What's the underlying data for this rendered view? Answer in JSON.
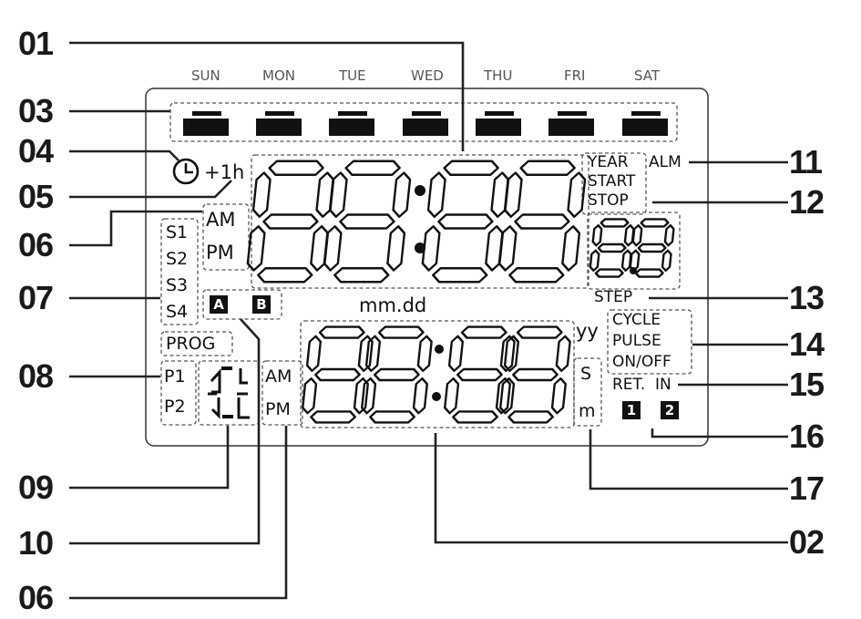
{
  "callouts": {
    "n01": "01",
    "n02": "02",
    "n03": "03",
    "n04": "04",
    "n05": "05",
    "n06_top": "06",
    "n06_bottom": "06",
    "n07": "07",
    "n08": "08",
    "n09": "09",
    "n10": "10",
    "n11": "11",
    "n12": "12",
    "n13": "13",
    "n14": "14",
    "n15": "15",
    "n16": "16",
    "n17": "17"
  },
  "weekdays": [
    "SUN",
    "MON",
    "TUE",
    "WED",
    "THU",
    "FRI",
    "SAT"
  ],
  "labels": {
    "plus_1h": "+1h",
    "am": "AM",
    "pm": "PM",
    "s1": "S1",
    "s2": "S2",
    "s3": "S3",
    "s4": "S4",
    "badge_a": "A",
    "badge_b": "B",
    "mm_dd": "mm.dd",
    "prog": "PROG",
    "p1": "P1",
    "p2": "P2",
    "am2": "AM",
    "pm2": "PM",
    "year": "YEAR",
    "start": "START",
    "stop": "STOP",
    "alm": "ALM",
    "step": "STEP",
    "yy": "yy",
    "cycle": "CYCLE",
    "pulse": "PULSE",
    "onoff": "ON/OFF",
    "ret": "RET.",
    "in": "IN",
    "badge_1": "1",
    "badge_2": "2",
    "sec": "S",
    "min": "m"
  },
  "colors": {
    "ink": "#111111",
    "dash": "#555555",
    "frame": "#333333"
  },
  "icons": [
    "clock-icon",
    "up-down-arrows-icon",
    "seven-segment-digit"
  ]
}
